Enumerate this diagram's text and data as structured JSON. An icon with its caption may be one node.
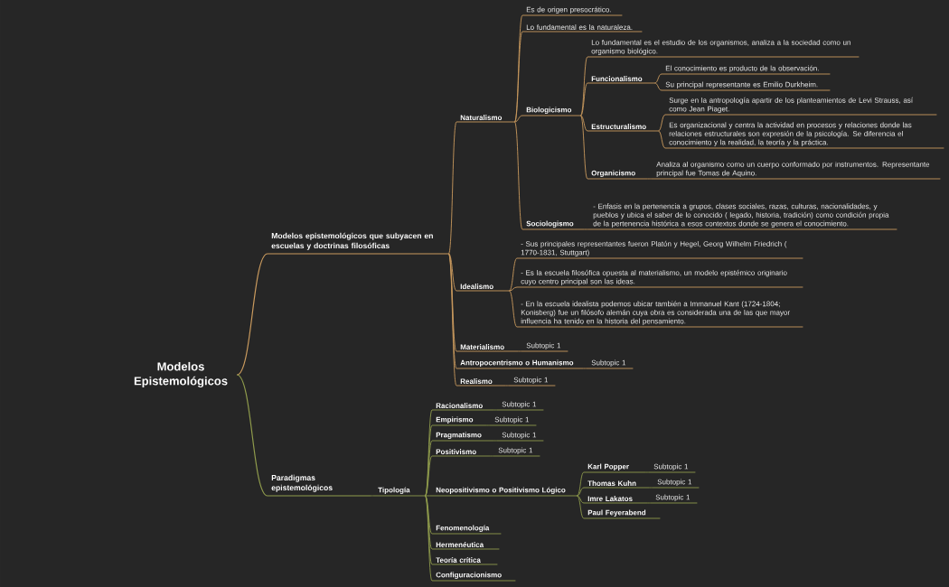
{
  "diagram": {
    "nodes": [
      {
        "text": [
          "Modelos Epistemológicos"
        ]
      },
      {
        "text": [
          "Modelos epistemológicos que subyacen en escuelas y doctrinas filosóficas"
        ]
      },
      {
        "text": [
          "Naturalismo"
        ]
      },
      {
        "text": [
          "Es de origen presocrático."
        ]
      },
      {
        "text": [
          "Lo fundamental es la naturaleza."
        ]
      },
      {
        "text": [
          "Biologicismo"
        ]
      },
      {
        "text": [
          "Lo fundamental es el estudio de los organismos, analiza a la sociedad como un organismo biológico."
        ]
      },
      {
        "text": [
          "Funcionalismo"
        ]
      },
      {
        "text": [
          "El conocimiento es producto de la observación."
        ]
      },
      {
        "text": [
          "Su principal representante es Emilio Durkheim."
        ]
      },
      {
        "text": [
          "Estructuralismo"
        ]
      },
      {
        "text": [
          "Surge en la antropología apartir de los planteamientos de Levi Strauss, así como Jean Piaget."
        ]
      },
      {
        "text": [
          "Es organizacional y centra la actividad en procesos y relaciones donde las relaciones estructurales son expresión de la psicología. Se diferencia el conocimiento y la realidad, la teoría y la práctica."
        ]
      },
      {
        "text": [
          "Organicismo"
        ]
      },
      {
        "text": [
          "Analiza al organismo como un cuerpo conformado por instrumentos. Representante principal fue Tomas de Aquino."
        ]
      },
      {
        "text": [
          "Sociologismo"
        ]
      },
      {
        "text": [
          "- Enfasis en la pertenencia a grupos, clases sociales, razas, culturas, nacionalidades, y pueblos y ubica el saber de lo conocido ( legado, historia, tradición) como condición propia de la pertenencia histórica a esos contextos donde se genera el conocimiento."
        ]
      },
      {
        "text": [
          "Idealismo"
        ]
      },
      {
        "text": [
          "- Sus principales representantes fueron Platón y Hegel, Georg Wilhelm Friedrich ( 1770-1831, Stuttgart)"
        ]
      },
      {
        "text": [
          "- Es la escuela filosófica opuesta al materialismo, un modelo epistémico originario cuyo centro principal son las ideas."
        ]
      },
      {
        "text": [
          "- En la escuela idealista podemos ubicar también a Immanuel Kant (1724-1804; Konisberg) fue un filósofo alemán cuya obra es considerada una de las que mayor influencia ha tenido en la historia del pensamiento."
        ]
      },
      {
        "text": [
          "Materialismo"
        ]
      },
      {
        "text": [
          "Subtopic 1"
        ]
      },
      {
        "text": [
          "Antropocentrismo o Humanismo"
        ]
      },
      {
        "text": [
          "Subtopic 1"
        ]
      },
      {
        "text": [
          "Realismo"
        ]
      },
      {
        "text": [
          "Subtopic 1"
        ]
      },
      {
        "text": [
          "Paradigmas epistemológicos"
        ]
      },
      {
        "text": [
          "Tipología"
        ]
      },
      {
        "text": [
          "Racionalismo"
        ]
      },
      {
        "text": [
          "Subtopic 1"
        ]
      },
      {
        "text": [
          "Empirismo"
        ]
      },
      {
        "text": [
          "Subtopic 1"
        ]
      },
      {
        "text": [
          "Pragmatismo"
        ]
      },
      {
        "text": [
          "Subtopic 1"
        ]
      },
      {
        "text": [
          "Positivismo"
        ]
      },
      {
        "text": [
          "Subtopic 1"
        ]
      },
      {
        "text": [
          "Neopositivismo o Positivismo Lógico"
        ]
      },
      {
        "text": [
          "Karl Popper"
        ]
      },
      {
        "text": [
          "Subtopic 1"
        ]
      },
      {
        "text": [
          "Thomas Kuhn"
        ]
      },
      {
        "text": [
          "Subtopic 1"
        ]
      },
      {
        "text": [
          "Imre Lakatos"
        ]
      },
      {
        "text": [
          "Subtopic 1"
        ]
      },
      {
        "text": [
          "Paul Feyerabend"
        ]
      },
      {
        "text": [
          "Fenomenología"
        ]
      },
      {
        "text": [
          "Hermenéutica"
        ]
      },
      {
        "text": [
          "Teoría crítica"
        ]
      },
      {
        "text": [
          "Configuracionismo"
        ]
      }
    ],
    "edges": [
      {
        "from": 0,
        "to": 1,
        "arrow": "none"
      },
      {
        "from": 1,
        "to": 2,
        "arrow": "none"
      },
      {
        "from": 2,
        "to": 3,
        "arrow": "none"
      },
      {
        "from": 2,
        "to": 4,
        "arrow": "none"
      },
      {
        "from": 2,
        "to": 5,
        "arrow": "none"
      },
      {
        "from": 5,
        "to": 6,
        "arrow": "none"
      },
      {
        "from": 5,
        "to": 7,
        "arrow": "none"
      },
      {
        "from": 7,
        "to": 8,
        "arrow": "none"
      },
      {
        "from": 7,
        "to": 9,
        "arrow": "none"
      },
      {
        "from": 5,
        "to": 10,
        "arrow": "none"
      },
      {
        "from": 10,
        "to": 11,
        "arrow": "none"
      },
      {
        "from": 10,
        "to": 12,
        "arrow": "none"
      },
      {
        "from": 5,
        "to": 13,
        "arrow": "none"
      },
      {
        "from": 13,
        "to": 14,
        "arrow": "none"
      },
      {
        "from": 2,
        "to": 15,
        "arrow": "none"
      },
      {
        "from": 15,
        "to": 16,
        "arrow": "none"
      },
      {
        "from": 1,
        "to": 17,
        "arrow": "none"
      },
      {
        "from": 17,
        "to": 18,
        "arrow": "none"
      },
      {
        "from": 17,
        "to": 19,
        "arrow": "none"
      },
      {
        "from": 17,
        "to": 20,
        "arrow": "none"
      },
      {
        "from": 1,
        "to": 21,
        "arrow": "none"
      },
      {
        "from": 21,
        "to": 22,
        "arrow": "none"
      },
      {
        "from": 1,
        "to": 23,
        "arrow": "none"
      },
      {
        "from": 23,
        "to": 24,
        "arrow": "none"
      },
      {
        "from": 1,
        "to": 25,
        "arrow": "none"
      },
      {
        "from": 25,
        "to": 26,
        "arrow": "none"
      },
      {
        "from": 0,
        "to": 27,
        "arrow": "none",
        "color": "#8f9b4c"
      },
      {
        "from": 27,
        "to": 28,
        "arrow": "none",
        "color": "#8f9b4c"
      },
      {
        "from": 28,
        "to": 29,
        "arrow": "none",
        "color": "#8f9b4c"
      },
      {
        "from": 29,
        "to": 30,
        "arrow": "none",
        "color": "#8f9b4c"
      },
      {
        "from": 28,
        "to": 31,
        "arrow": "none",
        "color": "#8f9b4c"
      },
      {
        "from": 31,
        "to": 32,
        "arrow": "none",
        "color": "#8f9b4c"
      },
      {
        "from": 28,
        "to": 33,
        "arrow": "none",
        "color": "#8f9b4c"
      },
      {
        "from": 33,
        "to": 34,
        "arrow": "none",
        "color": "#8f9b4c"
      },
      {
        "from": 28,
        "to": 35,
        "arrow": "none",
        "color": "#8f9b4c"
      },
      {
        "from": 35,
        "to": 36,
        "arrow": "none",
        "color": "#8f9b4c"
      },
      {
        "from": 28,
        "to": 37,
        "arrow": "none",
        "color": "#8f9b4c"
      },
      {
        "from": 37,
        "to": 38,
        "arrow": "none",
        "color": "#8f9b4c"
      },
      {
        "from": 38,
        "to": 39,
        "arrow": "none",
        "color": "#8f9b4c"
      },
      {
        "from": 37,
        "to": 40,
        "arrow": "none",
        "color": "#8f9b4c"
      },
      {
        "from": 40,
        "to": 41,
        "arrow": "none",
        "color": "#8f9b4c"
      },
      {
        "from": 37,
        "to": 42,
        "arrow": "none",
        "color": "#8f9b4c"
      },
      {
        "from": 42,
        "to": 43,
        "arrow": "none",
        "color": "#8f9b4c"
      },
      {
        "from": 37,
        "to": 44,
        "arrow": "none",
        "color": "#8f9b4c"
      },
      {
        "from": 28,
        "to": 45,
        "arrow": "none",
        "color": "#8f9b4c"
      },
      {
        "from": 28,
        "to": 46,
        "arrow": "none",
        "color": "#8f9b4c"
      },
      {
        "from": 28,
        "to": 47,
        "arrow": "none",
        "color": "#8f9b4c"
      },
      {
        "from": 28,
        "to": 48,
        "arrow": "none",
        "color": "#8f9b4c"
      }
    ]
  }
}
